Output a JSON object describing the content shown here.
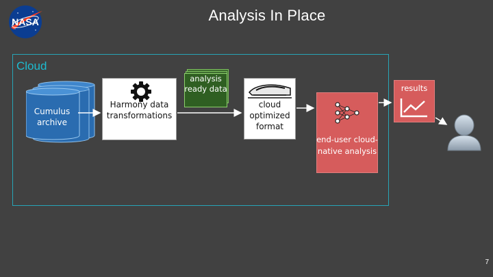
{
  "title": "Analysis In Place",
  "logo": {
    "text": "NASA",
    "icon": "nasa-meatball-logo"
  },
  "cloud": {
    "label": "Cloud"
  },
  "nodes": {
    "archive": {
      "label": "Cumulus archive",
      "icon": "database-stack-icon"
    },
    "harmony": {
      "label": "Harmony data transformations",
      "icon": "gear-icon"
    },
    "analysis_ready": {
      "label": "analysis ready data",
      "icon": "stacked-layers-icon"
    },
    "cloud_optimized": {
      "label": "cloud optimized format",
      "icon": "bullet-train-icon"
    },
    "end_user": {
      "label": "end-user cloud-native analysis",
      "icon": "neural-network-icon"
    },
    "results": {
      "label": "results",
      "icon": "trend-line-icon"
    },
    "user": {
      "icon": "user-avatar-icon"
    }
  },
  "colors": {
    "background": "#414141",
    "cloud_border": "#27a6b8",
    "cloud_label": "#1dbcd0",
    "archive_fill": "#2a6cb0",
    "analysis_ready_fill": "#2f5f22",
    "highlight_red": "#d65c5c",
    "arrow": "#ffffff"
  },
  "page_number": "7"
}
